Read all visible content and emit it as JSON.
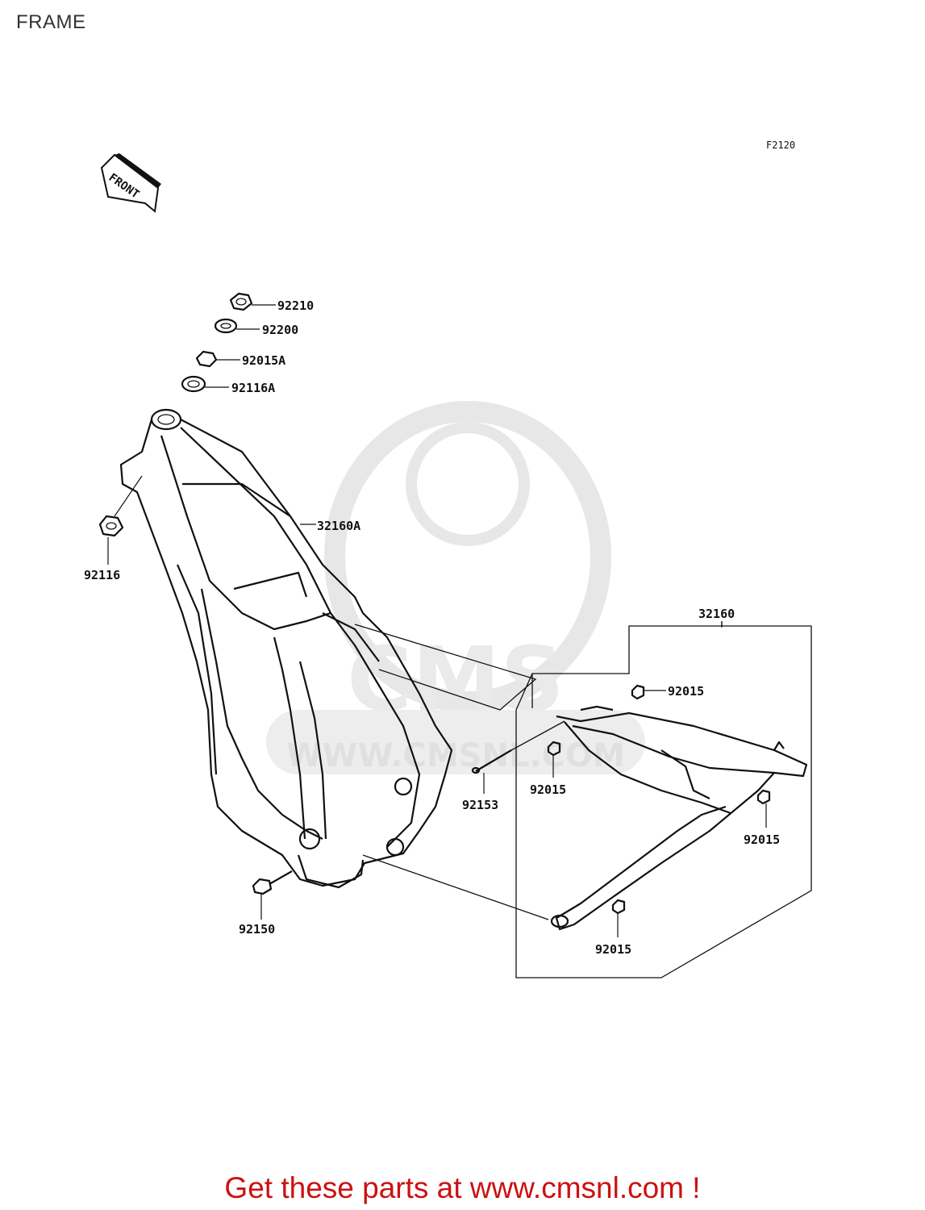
{
  "page": {
    "title": "FRAME",
    "figure_code": "F2120",
    "front_label": "FRONT",
    "footer_link": "Get these parts at www.cmsnl.com !"
  },
  "parts": {
    "p92210": "92210",
    "p92200": "92200",
    "p92015A": "92015A",
    "p92116A": "92116A",
    "p32160A": "32160A",
    "p92116": "92116",
    "p32160": "32160",
    "p92015_top": "92015",
    "p92153": "92153",
    "p92015_mid": "92015",
    "p92015_right": "92015",
    "p92150": "92150",
    "p92015_bottom": "92015"
  },
  "watermark": {
    "brand": "CMS",
    "url": "WWW.CMSNL.COM"
  },
  "colors": {
    "footer_text": "#cc1111",
    "line": "#111111",
    "watermark": "#d6d6d6"
  }
}
